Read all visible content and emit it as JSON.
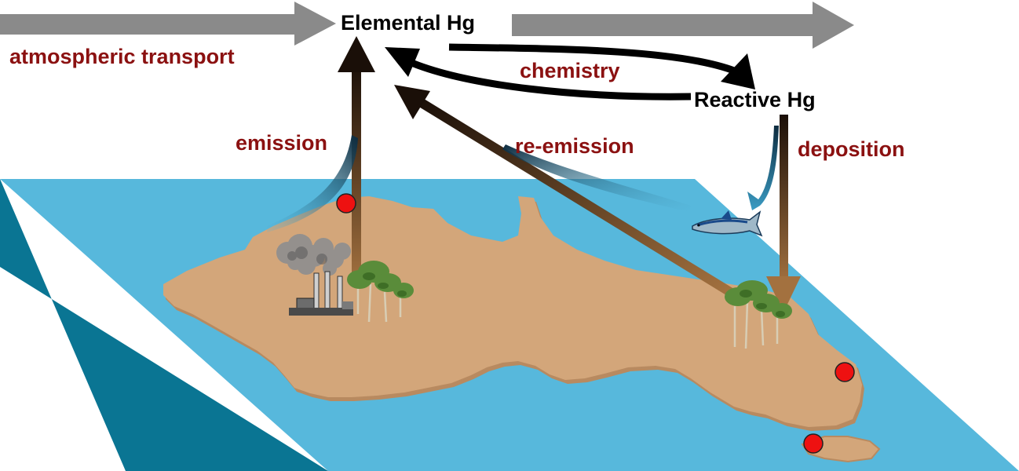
{
  "labels": {
    "elemental": "Elemental Hg",
    "reactive": "Reactive Hg",
    "atmospheric_transport": "atmospheric transport",
    "chemistry": "chemistry",
    "emission": "emission",
    "re_emission": "re-emission",
    "deposition": "deposition"
  },
  "colors": {
    "ocean_top": "#57b8dc",
    "ocean_side": "#0a7593",
    "land": "#d3a67a",
    "land_edge": "#b88a60",
    "label_red": "#8b1111",
    "transport_arrow": "#8a8a8a",
    "chem_arrow": "#000000",
    "brown_arrow": "#9a6b3f",
    "site_dot": "#ee1111"
  }
}
